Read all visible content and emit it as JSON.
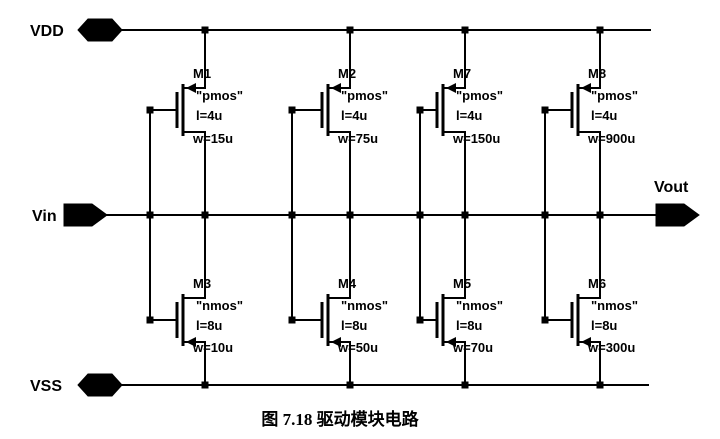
{
  "figure": {
    "caption": "图 7.18  驱动模块电路"
  },
  "power": {
    "vdd_label": "VDD",
    "vss_label": "VSS"
  },
  "ports": {
    "input_label": "Vin",
    "output_label": "Vout"
  },
  "colors": {
    "wire": "#000000",
    "background": "#ffffff"
  },
  "stages": [
    {
      "pmos": {
        "name": "M1",
        "type": "\"pmos\"",
        "l": "l=4u",
        "w": "w=15u"
      },
      "nmos": {
        "name": "M3",
        "type": "\"nmos\"",
        "l": "l=8u",
        "w": "w=10u"
      }
    },
    {
      "pmos": {
        "name": "M2",
        "type": "\"pmos\"",
        "l": "l=4u",
        "w": "w=75u"
      },
      "nmos": {
        "name": "M4",
        "type": "\"nmos\"",
        "l": "l=8u",
        "w": "w=50u"
      }
    },
    {
      "pmos": {
        "name": "M7",
        "type": "\"pmos\"",
        "l": "l=4u",
        "w": "w=150u"
      },
      "nmos": {
        "name": "M5",
        "type": "\"nmos\"",
        "l": "l=8u",
        "w": "w=70u"
      }
    },
    {
      "pmos": {
        "name": "M8",
        "type": "\"pmos\"",
        "l": "l=4u",
        "w": "w=900u"
      },
      "nmos": {
        "name": "M6",
        "type": "\"nmos\"",
        "l": "l=8u",
        "w": "w=300u"
      }
    }
  ]
}
